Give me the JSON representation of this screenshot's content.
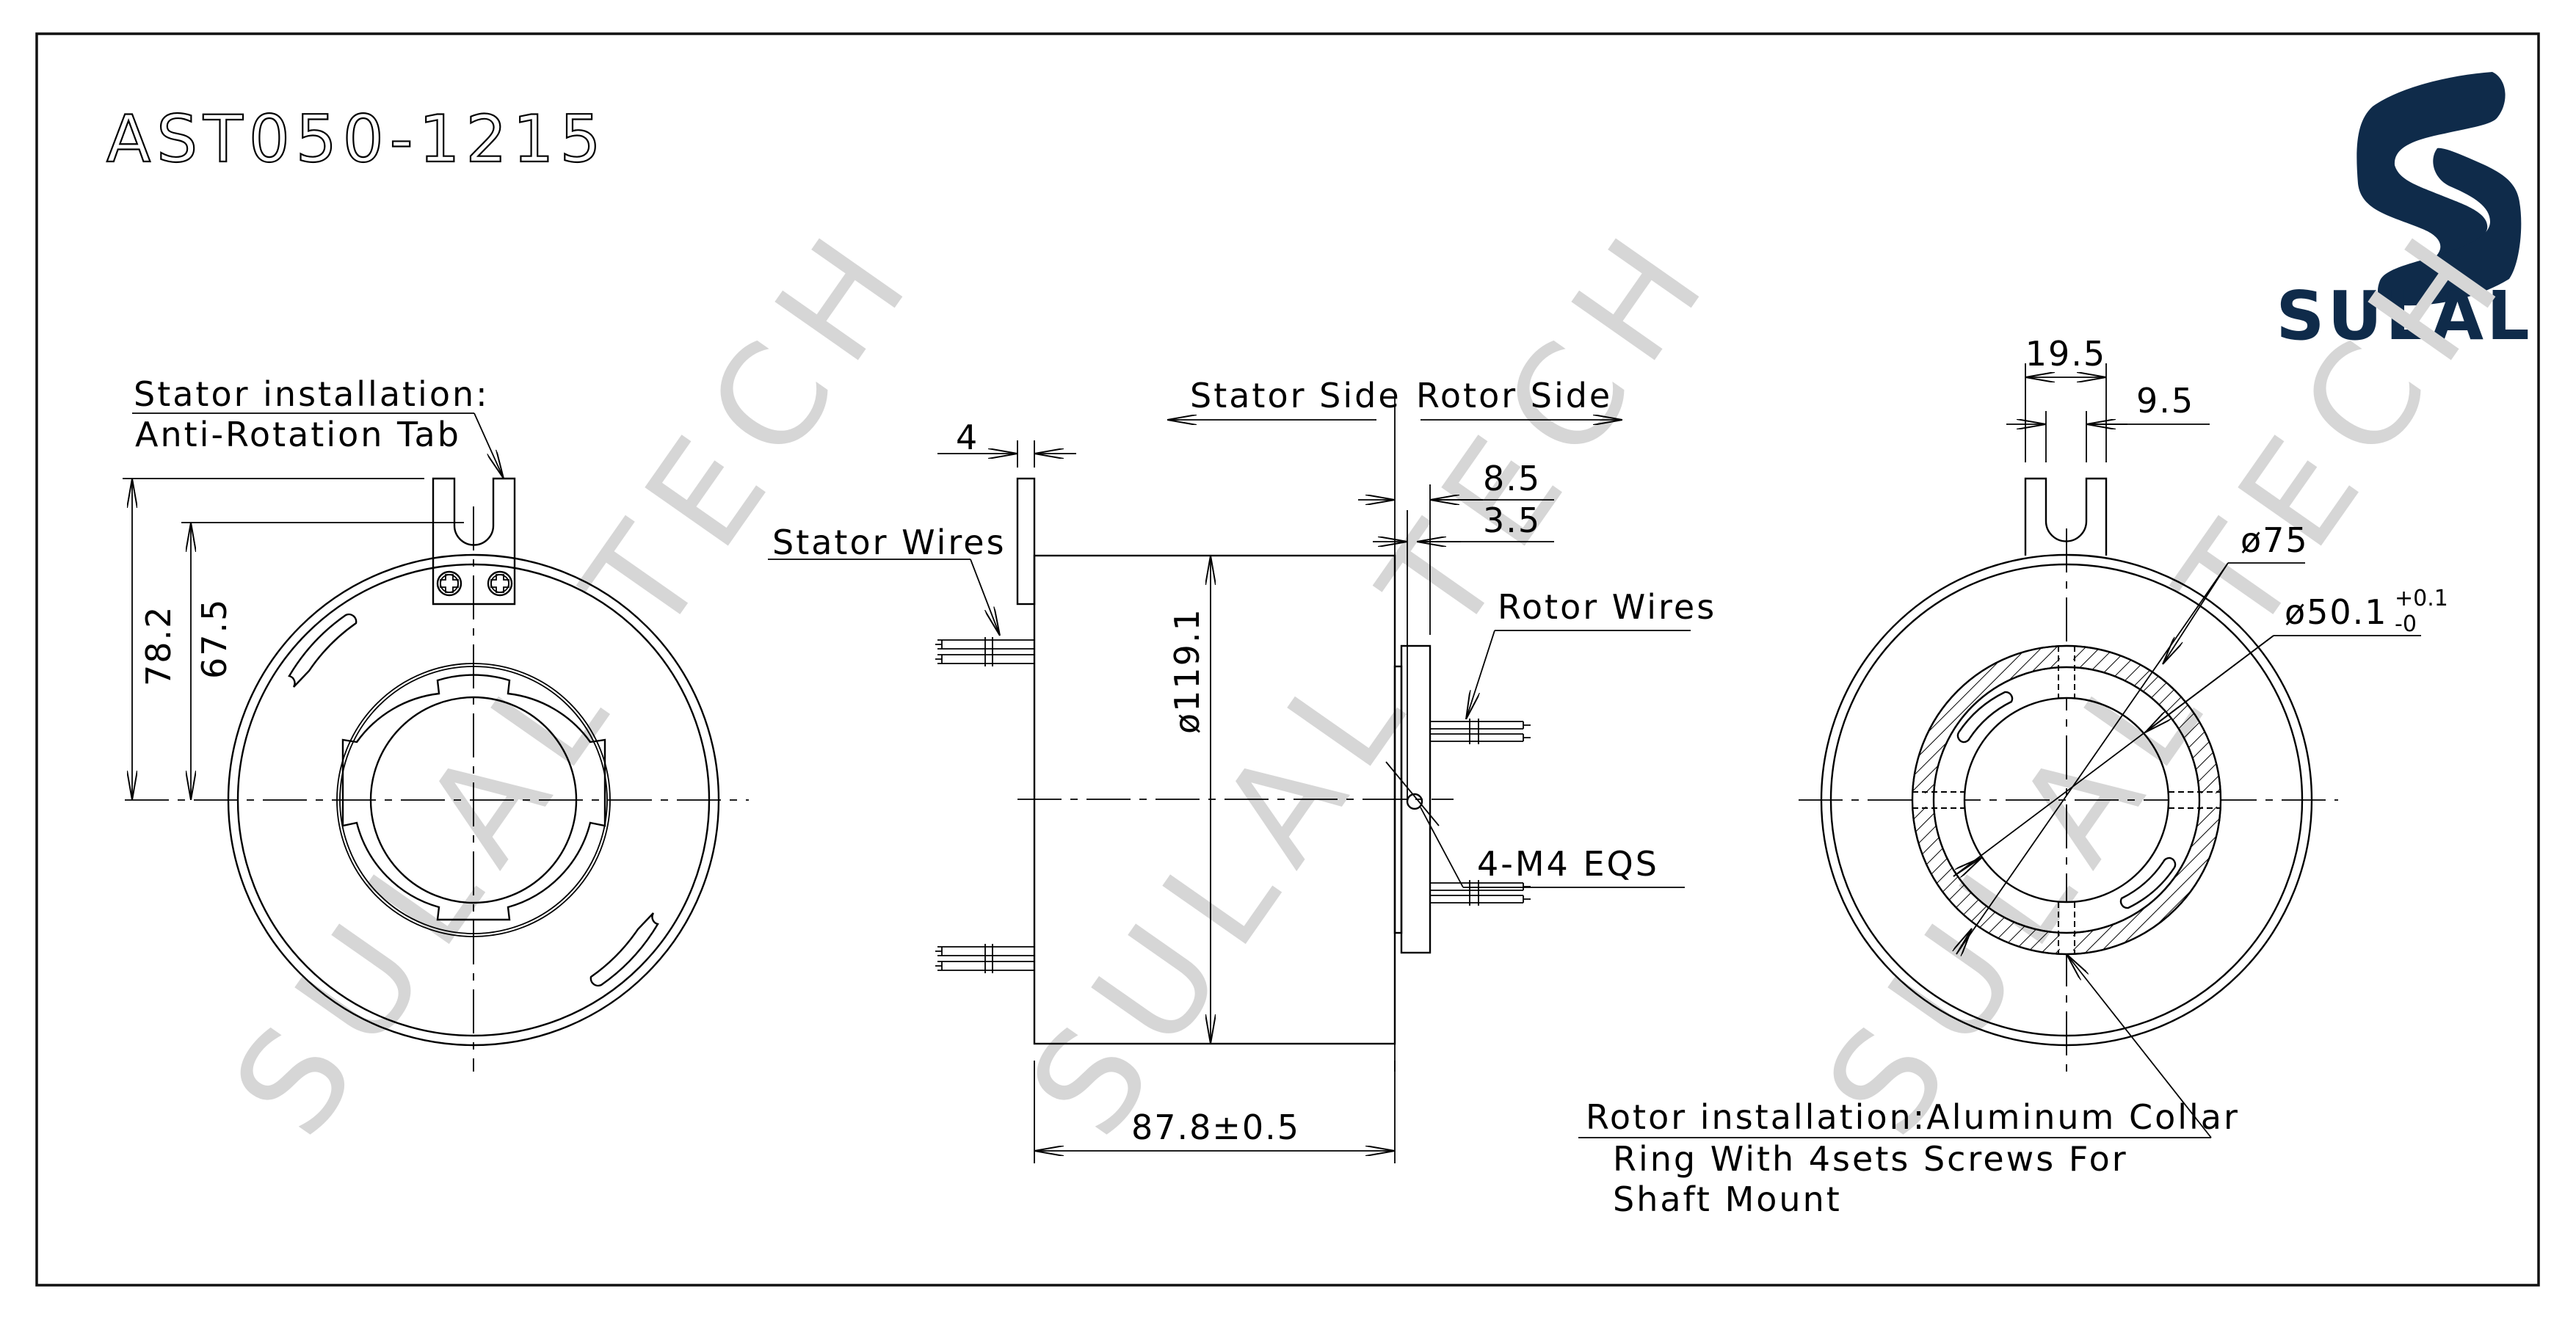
{
  "drawing": {
    "part_number": "AST050-1215",
    "brand": {
      "name": "SULAL",
      "logo_icon": "s-logo-icon",
      "color": "#0f2b4a"
    },
    "watermark": "SULAL TECH",
    "watermark_color": "#d6d6d6",
    "line_color": "#000000"
  },
  "left_view": {
    "callout_line1": "Stator installation:",
    "callout_line2": "Anti-Rotation Tab",
    "dim_overall_height": "78.2",
    "dim_slot_height": "67.5"
  },
  "side_view": {
    "stator_side": "Stator Side",
    "rotor_side": "Rotor Side",
    "dim_flange_thickness": "4",
    "dim_rotor_plate": "8.5",
    "dim_rotor_step": "3.5",
    "stator_wires": "Stator Wires",
    "rotor_wires": "Rotor Wires",
    "dim_body_diameter": "ø119.1",
    "screw_callout": "4-M4 EQS",
    "dim_length": "87.8±0.5"
  },
  "right_view": {
    "dim_tab_width": "19.5",
    "dim_slot_width": "9.5",
    "dim_collar_diameter": "ø75",
    "dim_bore_diameter": "ø50.1",
    "bore_tol_upper": "+0.1",
    "bore_tol_lower": "-0",
    "callout_line1": "Rotor installation:Aluminum Collar",
    "callout_line2": "Ring With 4sets Screws For",
    "callout_line3": "Shaft Mount"
  }
}
